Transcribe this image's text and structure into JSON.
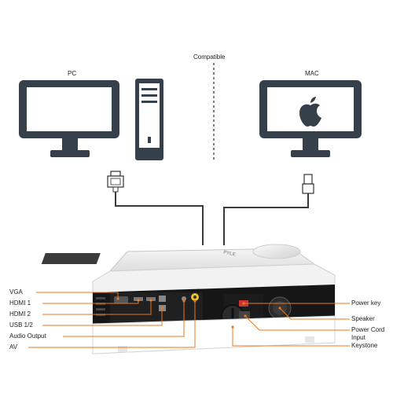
{
  "header": {
    "compatible": "Compatible"
  },
  "devices": {
    "pc": "PC",
    "mac": "MAC"
  },
  "brand": "PYLE",
  "ports_left": [
    "VGA",
    "HDMI 1",
    "HDMI 2",
    "USB 1/2",
    "Audio Output",
    "AV"
  ],
  "ports_right": [
    "Power key",
    "Speaker",
    "Power Cord",
    "Input",
    "Keystone"
  ],
  "colors": {
    "device": "#36404a",
    "accent": "#e8781e",
    "cable": "#3a3a3a"
  },
  "icons": [
    "monitor-icon",
    "computer-tower-icon",
    "apple-logo-icon",
    "vga-connector-icon",
    "hdmi-connector-icon",
    "projector-icon"
  ]
}
